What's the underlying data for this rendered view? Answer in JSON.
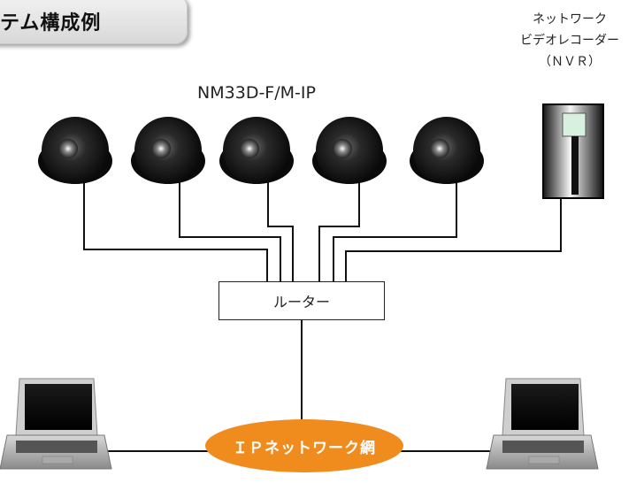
{
  "header": {
    "title": "テム構成例"
  },
  "nvr": {
    "label_line1": "ネットワーク",
    "label_line2": "ビデオレコーダー",
    "label_line3": "（ＮＶＲ）"
  },
  "cameras": {
    "model_label": "NM33D-F/M-IP",
    "count": 5
  },
  "router": {
    "label": "ルーター"
  },
  "network": {
    "label": "ＩＰネットワーク網"
  },
  "colors": {
    "network_fill": "#f08c1e",
    "line": "#111111",
    "nvr_led": "#d8f0e0"
  }
}
